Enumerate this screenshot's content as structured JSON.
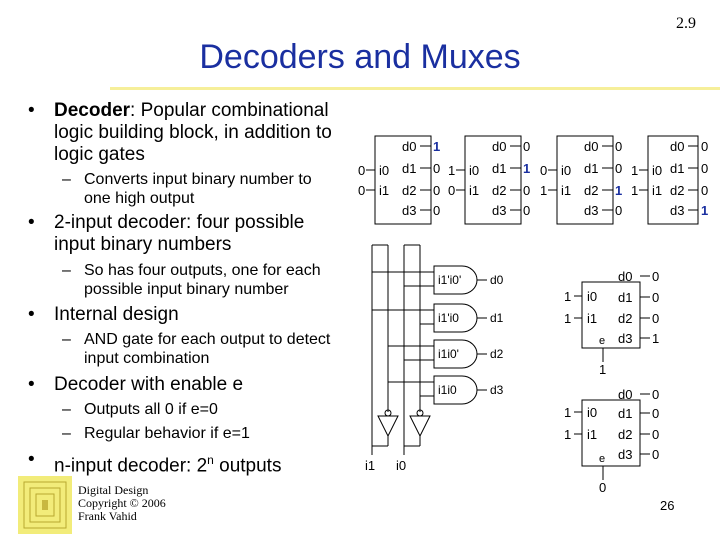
{
  "slide": {
    "number": "2.9",
    "title": "Decoders and Muxes",
    "page": "26",
    "footer": [
      "Digital Design",
      "Copyright © 2006",
      "Frank Vahid"
    ]
  },
  "bullets": {
    "b1_label": "Decoder",
    "b1_rest_1": ": Popular combinational",
    "b1_rest_2": "logic building block, in addition to",
    "b1_rest_3": "logic gates",
    "b1_sub_1": "Converts input binary number to",
    "b1_sub_2": "one high output",
    "b2_1": "2-input decoder: four possible",
    "b2_2": "input binary numbers",
    "b2_sub_1": "So has four outputs, one for each",
    "b2_sub_2": "possible input binary number",
    "b3": "Internal design",
    "b3_sub_1": "AND gate for each output to detect",
    "b3_sub_2": "input combination",
    "b4": "Decoder with enable e",
    "b4_sub_1": "Outputs all 0 if e=0",
    "b4_sub_2": "Regular behavior if e=1",
    "b5_pre": "n-input decoder: 2",
    "b5_sup": "n",
    "b5_post": " outputs"
  },
  "decoders": [
    {
      "i0": "0",
      "i1": "0",
      "d": [
        "1",
        "0",
        "0",
        "0"
      ],
      "high": 0
    },
    {
      "i0": "1",
      "i1": "0",
      "d": [
        "0",
        "1",
        "0",
        "0"
      ],
      "high": 1
    },
    {
      "i0": "0",
      "i1": "1",
      "d": [
        "0",
        "0",
        "1",
        "0"
      ],
      "high": 2
    },
    {
      "i0": "1",
      "i1": "1",
      "d": [
        "0",
        "0",
        "0",
        "1"
      ],
      "high": 3
    }
  ],
  "labels": {
    "i0": "i0",
    "i1": "i1",
    "d0": "d0",
    "d1": "d1",
    "d2": "d2",
    "d3": "d3",
    "e": "e"
  },
  "internal": {
    "gates": [
      "i1'i0'",
      "i1'i0",
      "i1i0'",
      "i1i0"
    ],
    "outputs": [
      "d0",
      "d1",
      "d2",
      "d3"
    ],
    "in_i1": "i1",
    "in_i0": "i0"
  },
  "enable_on": {
    "i0": "1",
    "i1": "1",
    "e": "1",
    "d": [
      "0",
      "0",
      "0",
      "1"
    ]
  },
  "enable_off": {
    "i0": "1",
    "i1": "1",
    "e": "0",
    "d": [
      "0",
      "0",
      "0",
      "0"
    ]
  },
  "colors": {
    "title": "#1a2fa0",
    "highlight": "#1a2fa0",
    "rule": "#f6ef9a"
  }
}
